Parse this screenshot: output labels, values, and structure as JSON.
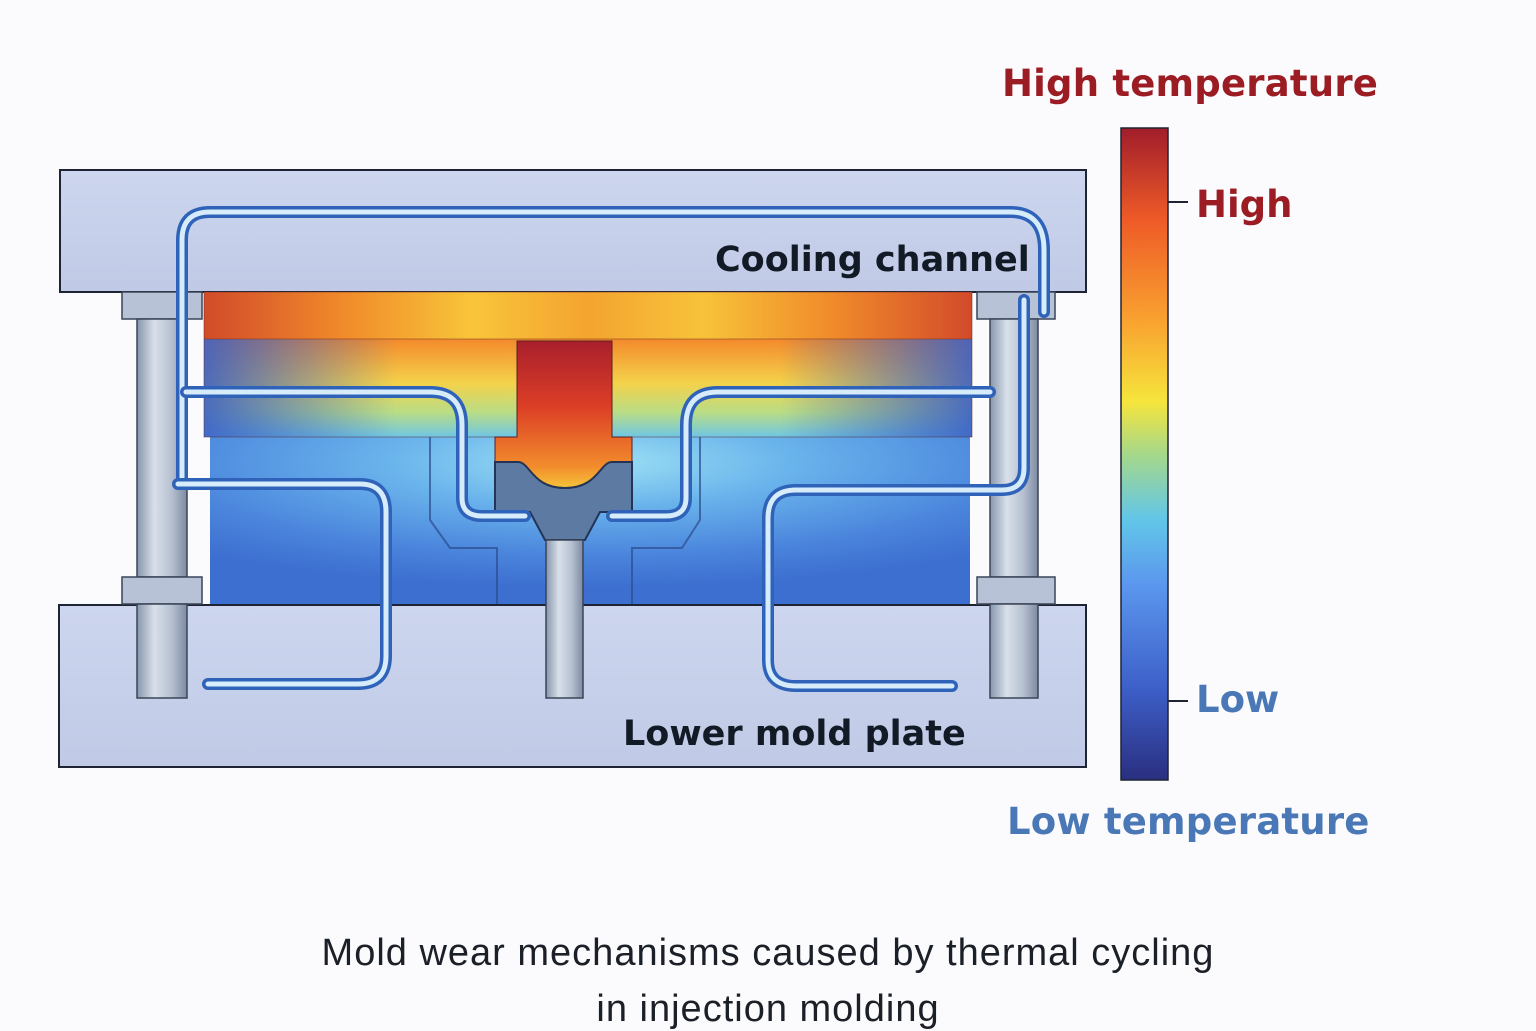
{
  "legend": {
    "top_label": "High temperature",
    "bottom_label": "Low temperature",
    "high_tick": "High",
    "low_tick": "Low",
    "colors": [
      "#2a2f80",
      "#3d5fc8",
      "#5b97ee",
      "#62c6e8",
      "#a6d88a",
      "#f6e53c",
      "#f9a430",
      "#ee5a27",
      "#a11d2b"
    ]
  },
  "diagram": {
    "cooling_channel_label": "Cooling channel",
    "lower_plate_label": "Lower mold plate",
    "plate_color": "#c4cee9",
    "channel_color": "#2f62b9"
  },
  "caption": {
    "line1": "Mold wear mechanisms caused by thermal cycling",
    "line2": "in injection molding"
  }
}
